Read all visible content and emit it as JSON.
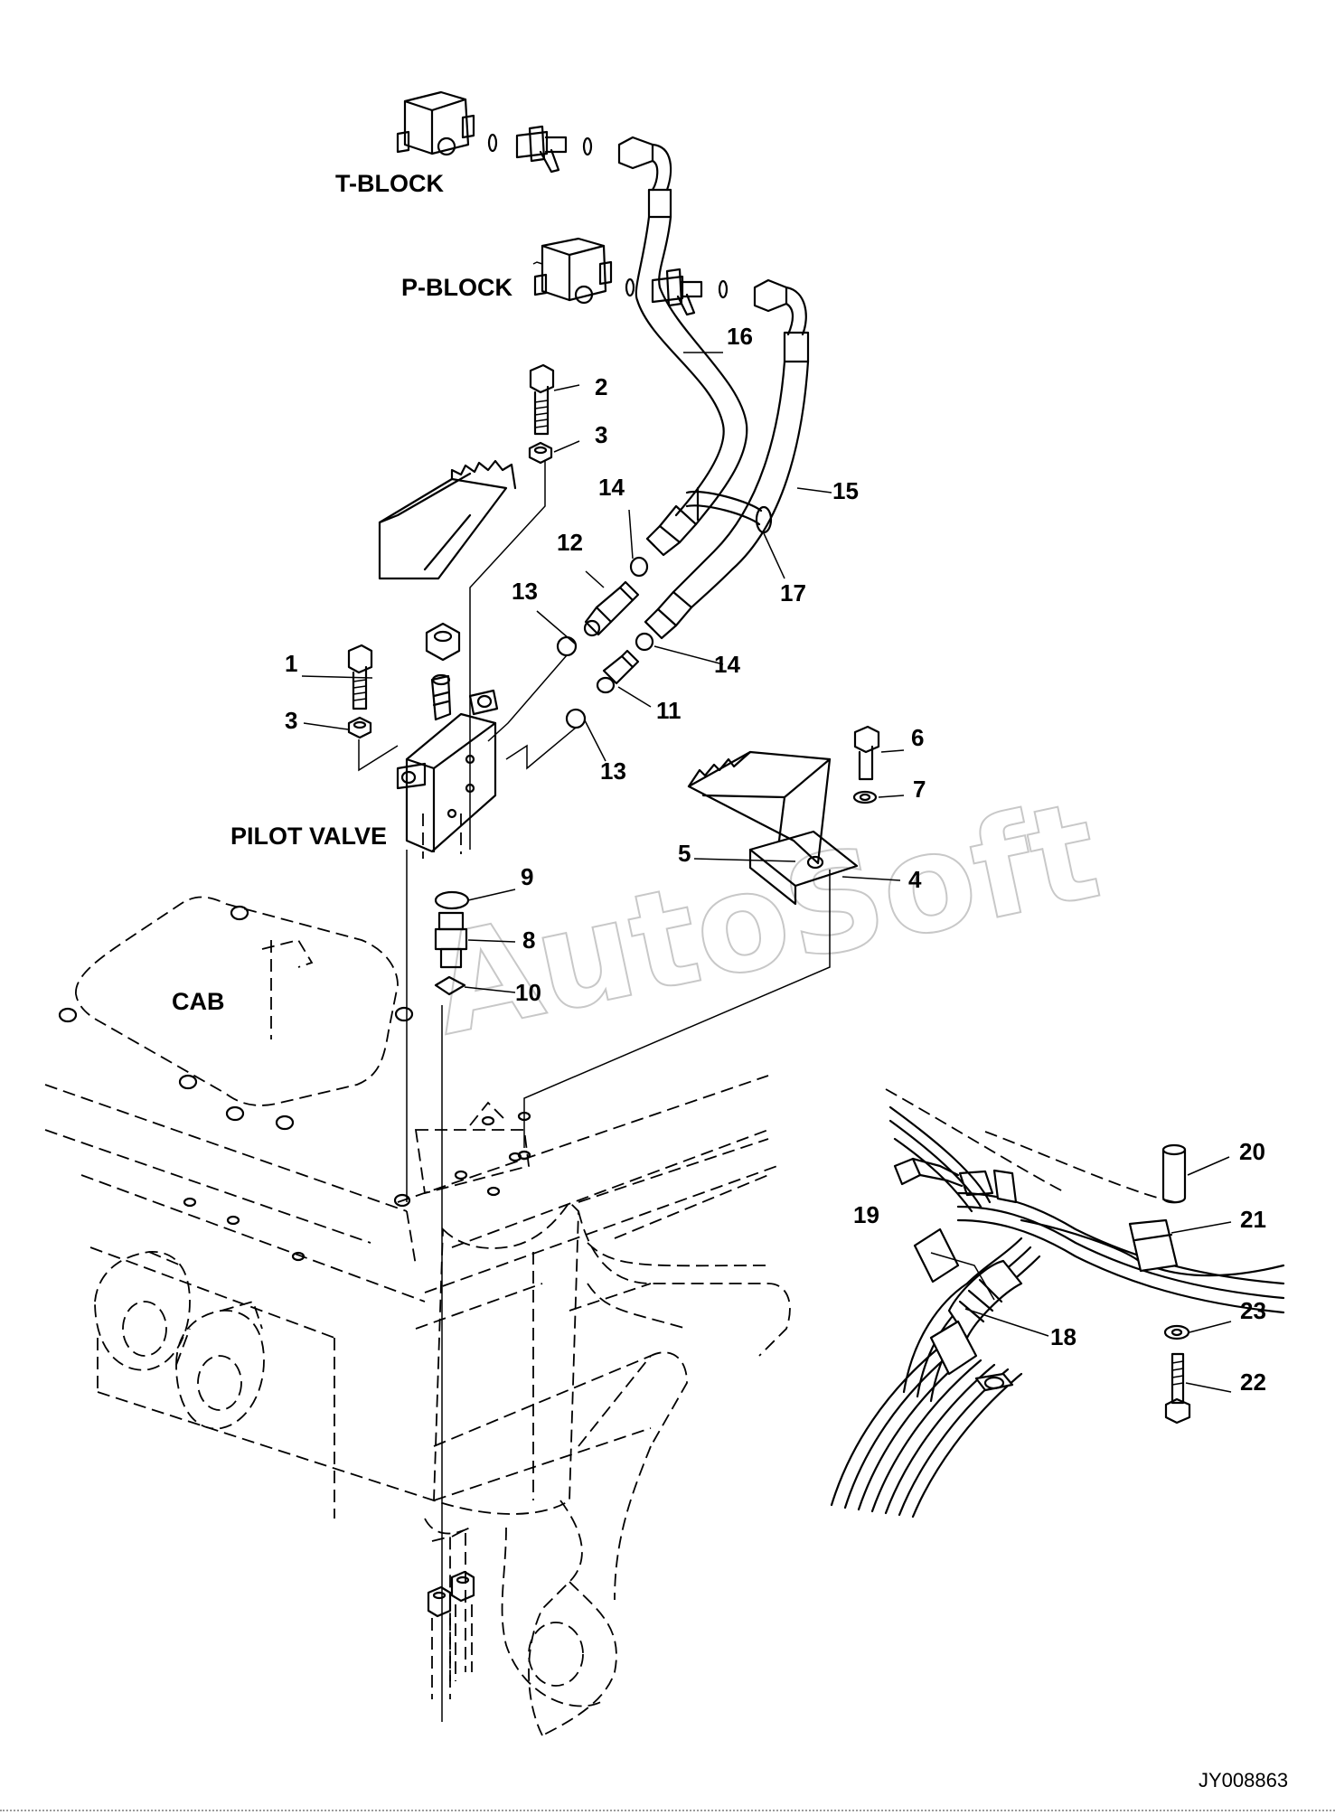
{
  "labels": {
    "t_block": "T-BLOCK",
    "p_block": "P-BLOCK",
    "pilot_valve": "PILOT VALVE",
    "cab": "CAB"
  },
  "callouts": [
    "1",
    "2",
    "3",
    "3",
    "4",
    "5",
    "6",
    "7",
    "8",
    "9",
    "10",
    "11",
    "12",
    "13",
    "13",
    "14",
    "14",
    "15",
    "16",
    "17",
    "18",
    "19",
    "20",
    "21",
    "22",
    "23"
  ],
  "reference": "JY008863",
  "watermark": "AutoSoft"
}
